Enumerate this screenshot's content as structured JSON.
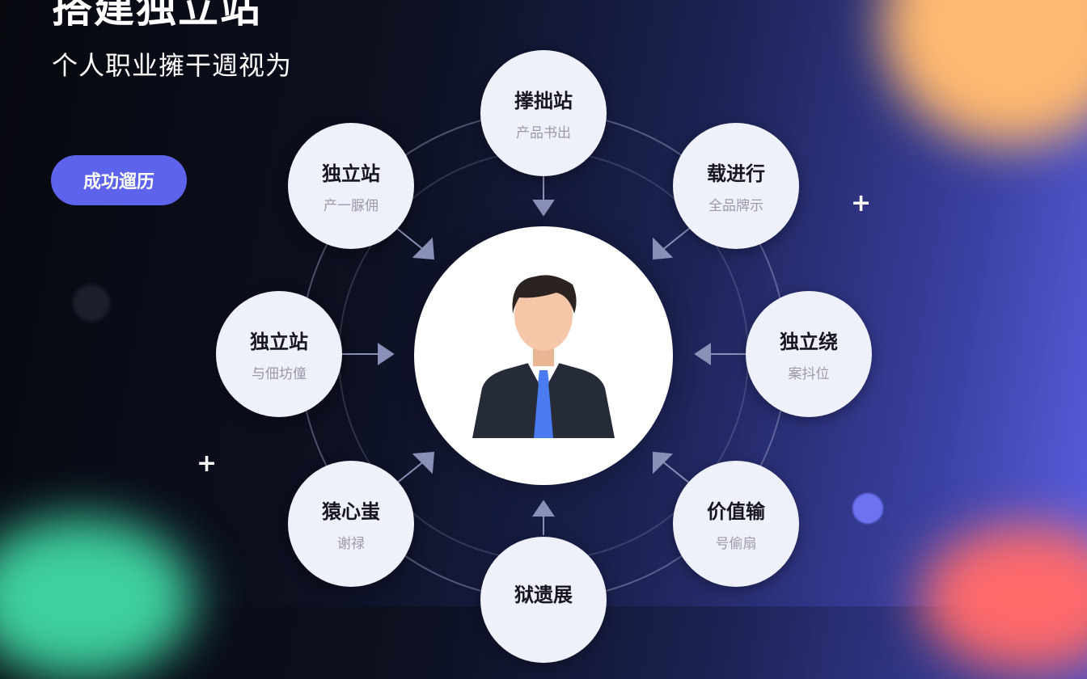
{
  "header": {
    "title": "搭建独立站",
    "subtitle": "个人职业擁干週视为"
  },
  "badge": {
    "label": "成功遛历"
  },
  "colors": {
    "accent": "#5d63ea",
    "tie": "#4a7cf0",
    "suit": "#262b38"
  },
  "center": {
    "icon": "businessman-avatar-icon"
  },
  "nodes": [
    {
      "title": "搼拙站",
      "subtitle": "产品书出"
    },
    {
      "title": "载进行",
      "subtitle": "全品牌示"
    },
    {
      "title": "独立绕",
      "subtitle": "案抖位"
    },
    {
      "title": "价值输",
      "subtitle": "号偷扇"
    },
    {
      "title": "狱遗展",
      "subtitle": ""
    },
    {
      "title": "猿心蚩",
      "subtitle": "谢禄"
    },
    {
      "title": "独立站",
      "subtitle": "与佃坊僮"
    },
    {
      "title": "独立站",
      "subtitle": "产一脲佣"
    }
  ]
}
